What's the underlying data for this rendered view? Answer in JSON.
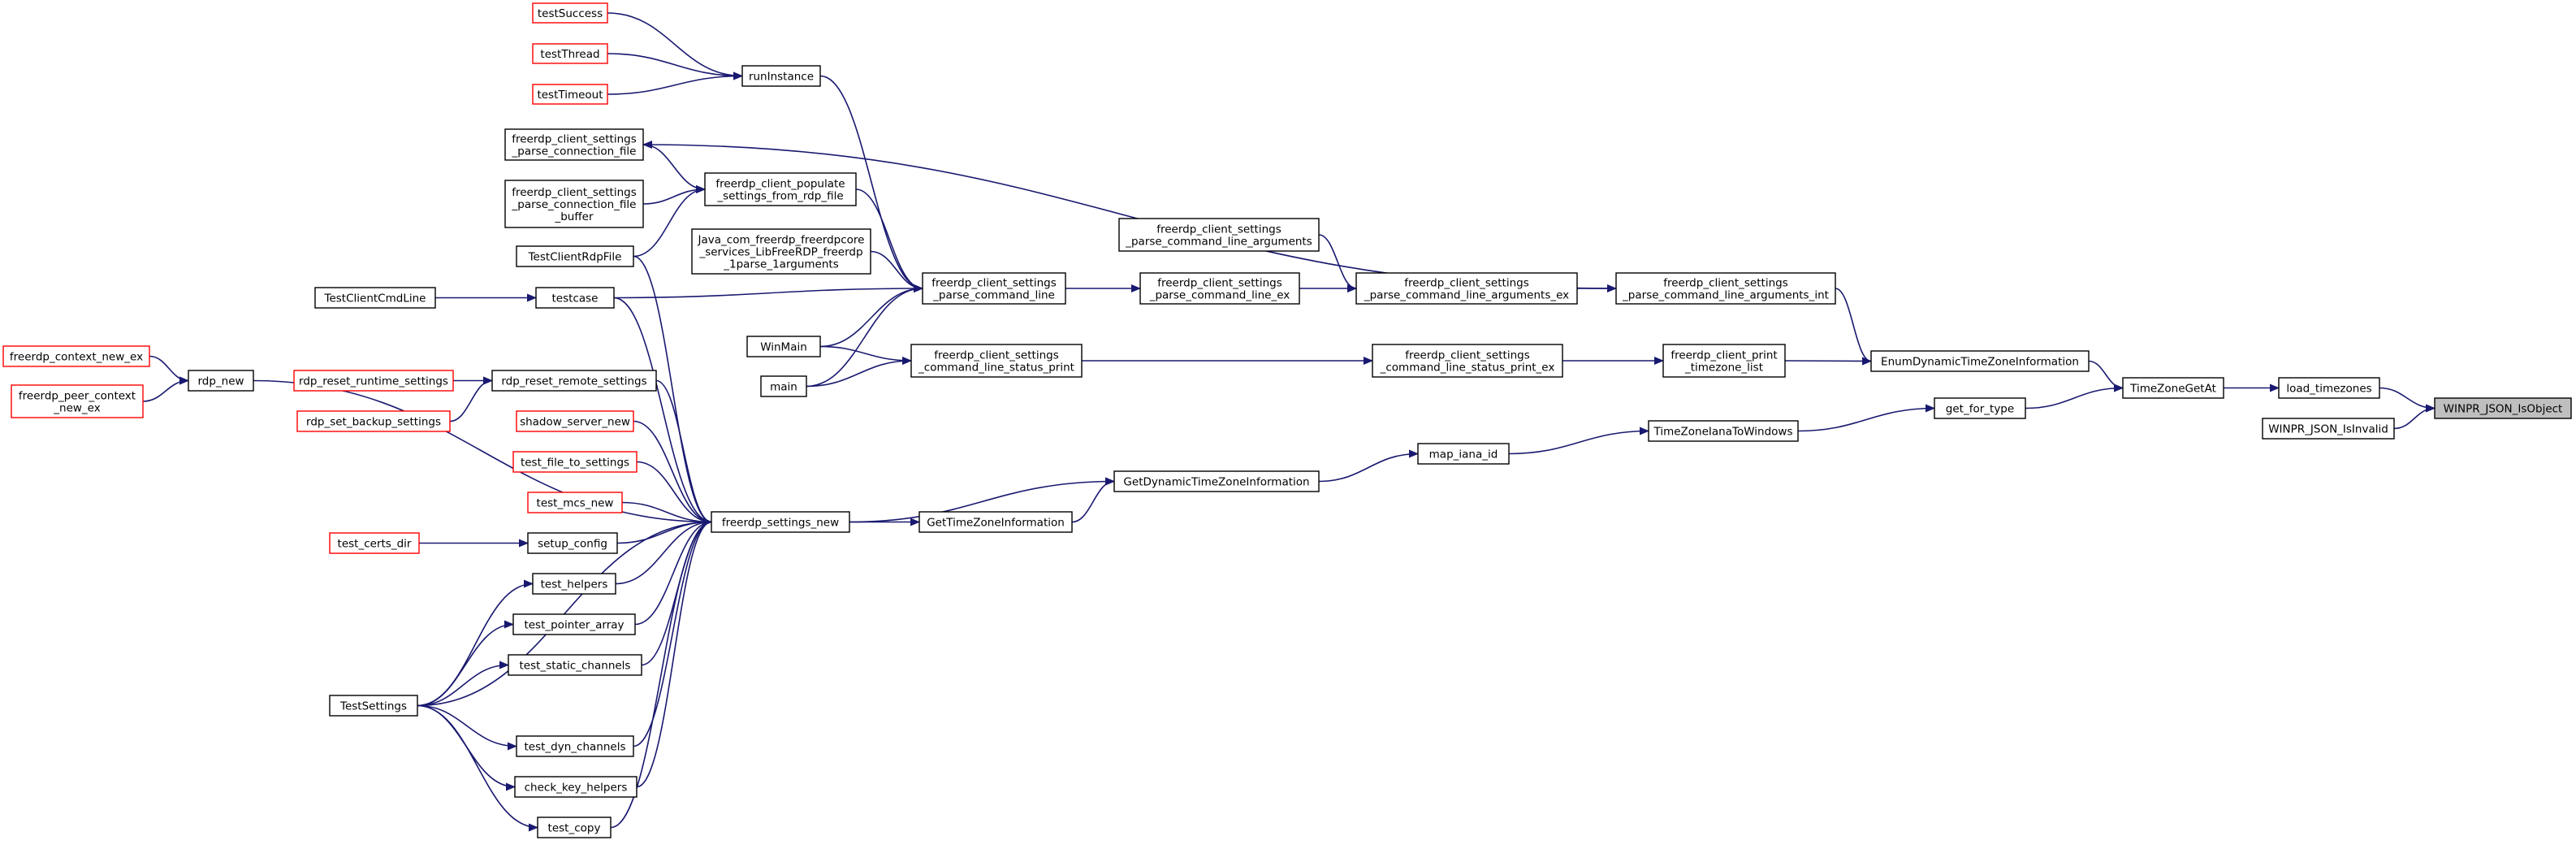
{
  "colors": {
    "edge": "#191970",
    "node_border": "#000000",
    "external_border": "#ff0000",
    "focus_fill": "#bfbfbf",
    "node_fill": "#ffffff"
  },
  "nodes": {
    "testSuccess": {
      "label": "testSuccess",
      "external": true
    },
    "testThread": {
      "label": "testThread",
      "external": true
    },
    "testTimeout": {
      "label": "testTimeout",
      "external": true
    },
    "runInstance": {
      "label": "runInstance"
    },
    "parse_connection_file": {
      "label": "freerdp_client_settings\n_parse_connection_file"
    },
    "parse_connection_file_buffer": {
      "label": "freerdp_client_settings\n_parse_connection_file\n_buffer"
    },
    "populate_settings": {
      "label": "freerdp_client_populate\n_settings_from_rdp_file"
    },
    "TestClientRdpFile": {
      "label": "TestClientRdpFile"
    },
    "java_parse": {
      "label": "Java_com_freerdp_freerdpcore\n_services_LibFreeRDP_freerdp\n_1parse_1arguments"
    },
    "TestClientCmdLine": {
      "label": "TestClientCmdLine"
    },
    "testcase": {
      "label": "testcase"
    },
    "WinMain": {
      "label": "WinMain"
    },
    "main": {
      "label": "main"
    },
    "parse_command_line": {
      "label": "freerdp_client_settings\n_parse_command_line"
    },
    "status_print": {
      "label": "freerdp_client_settings\n_command_line_status_print"
    },
    "parse_cl_arguments": {
      "label": "freerdp_client_settings\n_parse_command_line_arguments"
    },
    "parse_cl_ex": {
      "label": "freerdp_client_settings\n_parse_command_line_ex"
    },
    "parse_cl_arguments_ex": {
      "label": "freerdp_client_settings\n_parse_command_line_arguments_ex"
    },
    "parse_cl_arguments_int": {
      "label": "freerdp_client_settings\n_parse_command_line_arguments_int"
    },
    "status_print_ex": {
      "label": "freerdp_client_settings\n_command_line_status_print_ex"
    },
    "print_timezone_list": {
      "label": "freerdp_client_print\n_timezone_list"
    },
    "EnumDynamic": {
      "label": "EnumDynamicTimeZoneInformation"
    },
    "TimeZoneGetAt": {
      "label": "TimeZoneGetAt"
    },
    "get_for_type": {
      "label": "get_for_type"
    },
    "load_timezones": {
      "label": "load_timezones"
    },
    "IsObject": {
      "label": "WINPR_JSON_IsObject",
      "focus": true
    },
    "IsInvalid": {
      "label": "WINPR_JSON_IsInvalid"
    },
    "context_new_ex": {
      "label": "freerdp_context_new_ex",
      "external": true
    },
    "peer_context_new_ex": {
      "label": "freerdp_peer_context\n_new_ex",
      "external": true
    },
    "rdp_new": {
      "label": "rdp_new"
    },
    "rdp_reset_runtime": {
      "label": "rdp_reset_runtime_settings",
      "external": true
    },
    "rdp_set_backup": {
      "label": "rdp_set_backup_settings",
      "external": true
    },
    "rdp_reset_remote": {
      "label": "rdp_reset_remote_settings"
    },
    "shadow_server_new": {
      "label": "shadow_server_new",
      "external": true
    },
    "test_file_to_settings": {
      "label": "test_file_to_settings",
      "external": true
    },
    "test_mcs_new": {
      "label": "test_mcs_new",
      "external": true
    },
    "test_certs_dir": {
      "label": "test_certs_dir",
      "external": true
    },
    "setup_config": {
      "label": "setup_config"
    },
    "test_helpers": {
      "label": "test_helpers"
    },
    "test_pointer_array": {
      "label": "test_pointer_array"
    },
    "test_static_channels": {
      "label": "test_static_channels"
    },
    "TestSettings": {
      "label": "TestSettings"
    },
    "test_dyn_channels": {
      "label": "test_dyn_channels"
    },
    "check_key_helpers": {
      "label": "check_key_helpers"
    },
    "test_copy": {
      "label": "test_copy"
    },
    "settings_new": {
      "label": "freerdp_settings_new"
    },
    "GetTZI": {
      "label": "GetTimeZoneInformation"
    },
    "GetDynTZI": {
      "label": "GetDynamicTimeZoneInformation"
    },
    "map_iana_id": {
      "label": "map_iana_id"
    },
    "TZIanaToWindows": {
      "label": "TimeZoneIanaToWindows"
    }
  },
  "edges": [
    [
      "testSuccess",
      "runInstance"
    ],
    [
      "testThread",
      "runInstance"
    ],
    [
      "testTimeout",
      "runInstance"
    ],
    [
      "runInstance",
      "parse_command_line"
    ],
    [
      "parse_cl_arguments_int",
      "parse_connection_file"
    ],
    [
      "parse_connection_file",
      "populate_settings"
    ],
    [
      "parse_connection_file_buffer",
      "populate_settings"
    ],
    [
      "populate_settings",
      "parse_command_line"
    ],
    [
      "TestClientRdpFile",
      "populate_settings"
    ],
    [
      "TestClientRdpFile",
      "settings_new"
    ],
    [
      "java_parse",
      "parse_command_line"
    ],
    [
      "TestClientCmdLine",
      "testcase"
    ],
    [
      "testcase",
      "parse_command_line"
    ],
    [
      "testcase",
      "settings_new"
    ],
    [
      "WinMain",
      "parse_command_line"
    ],
    [
      "WinMain",
      "status_print"
    ],
    [
      "main",
      "parse_command_line"
    ],
    [
      "main",
      "status_print"
    ],
    [
      "parse_command_line",
      "parse_cl_ex"
    ],
    [
      "parse_cl_arguments",
      "parse_cl_arguments_ex"
    ],
    [
      "parse_cl_ex",
      "parse_cl_arguments_ex"
    ],
    [
      "parse_cl_arguments_ex",
      "parse_cl_arguments_int"
    ],
    [
      "parse_cl_arguments_int",
      "EnumDynamic"
    ],
    [
      "status_print",
      "status_print_ex"
    ],
    [
      "status_print_ex",
      "print_timezone_list"
    ],
    [
      "print_timezone_list",
      "EnumDynamic"
    ],
    [
      "EnumDynamic",
      "TimeZoneGetAt"
    ],
    [
      "get_for_type",
      "TimeZoneGetAt"
    ],
    [
      "TimeZoneGetAt",
      "load_timezones"
    ],
    [
      "load_timezones",
      "IsObject"
    ],
    [
      "IsInvalid",
      "IsObject"
    ],
    [
      "context_new_ex",
      "rdp_new"
    ],
    [
      "peer_context_new_ex",
      "rdp_new"
    ],
    [
      "rdp_new",
      "settings_new"
    ],
    [
      "rdp_reset_runtime",
      "rdp_reset_remote"
    ],
    [
      "rdp_set_backup",
      "rdp_reset_remote"
    ],
    [
      "rdp_reset_remote",
      "settings_new"
    ],
    [
      "shadow_server_new",
      "settings_new"
    ],
    [
      "test_file_to_settings",
      "settings_new"
    ],
    [
      "test_mcs_new",
      "settings_new"
    ],
    [
      "test_certs_dir",
      "setup_config"
    ],
    [
      "setup_config",
      "settings_new"
    ],
    [
      "test_helpers",
      "settings_new"
    ],
    [
      "test_pointer_array",
      "settings_new"
    ],
    [
      "test_static_channels",
      "settings_new"
    ],
    [
      "TestSettings",
      "test_helpers"
    ],
    [
      "TestSettings",
      "test_pointer_array"
    ],
    [
      "TestSettings",
      "test_static_channels"
    ],
    [
      "TestSettings",
      "test_dyn_channels"
    ],
    [
      "TestSettings",
      "check_key_helpers"
    ],
    [
      "TestSettings",
      "test_copy"
    ],
    [
      "TestSettings",
      "settings_new"
    ],
    [
      "test_dyn_channels",
      "settings_new"
    ],
    [
      "check_key_helpers",
      "settings_new"
    ],
    [
      "test_copy",
      "settings_new"
    ],
    [
      "settings_new",
      "GetTZI"
    ],
    [
      "settings_new",
      "GetDynTZI"
    ],
    [
      "GetTZI",
      "GetDynTZI"
    ],
    [
      "GetDynTZI",
      "map_iana_id"
    ],
    [
      "map_iana_id",
      "TZIanaToWindows"
    ],
    [
      "TZIanaToWindows",
      "get_for_type"
    ]
  ]
}
